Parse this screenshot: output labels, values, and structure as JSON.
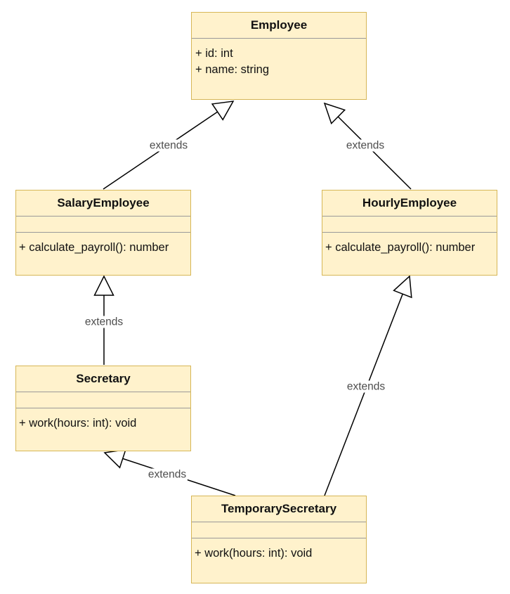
{
  "diagram": {
    "type": "uml-class-diagram",
    "classes": [
      {
        "name": "Employee",
        "attributes": [
          "+ id: int",
          "+ name: string"
        ],
        "methods": []
      },
      {
        "name": "SalaryEmployee",
        "attributes": [],
        "methods": [
          "+ calculate_payroll(): number"
        ]
      },
      {
        "name": "HourlyEmployee",
        "attributes": [],
        "methods": [
          "+ calculate_payroll(): number"
        ]
      },
      {
        "name": "Secretary",
        "attributes": [],
        "methods": [
          "+ work(hours: int): void"
        ]
      },
      {
        "name": "TemporarySecretary",
        "attributes": [],
        "methods": [
          "+ work(hours: int): void"
        ]
      }
    ],
    "relationships": [
      {
        "from": "SalaryEmployee",
        "to": "Employee",
        "type": "generalization",
        "label": "extends"
      },
      {
        "from": "HourlyEmployee",
        "to": "Employee",
        "type": "generalization",
        "label": "extends"
      },
      {
        "from": "Secretary",
        "to": "SalaryEmployee",
        "type": "generalization",
        "label": "extends"
      },
      {
        "from": "TemporarySecretary",
        "to": "Secretary",
        "type": "generalization",
        "label": "extends"
      },
      {
        "from": "TemporarySecretary",
        "to": "HourlyEmployee",
        "type": "generalization",
        "label": "extends"
      }
    ],
    "colors": {
      "class_fill": "#FFF2CC",
      "class_border": "#D6B656",
      "compartment_divider": "#999999",
      "arrow_stroke": "#000000",
      "arrowhead_fill": "#FFFFFF",
      "class_text": "#111111",
      "edge_label_text": "#4D4D4D",
      "background": "#FFFFFF"
    }
  }
}
